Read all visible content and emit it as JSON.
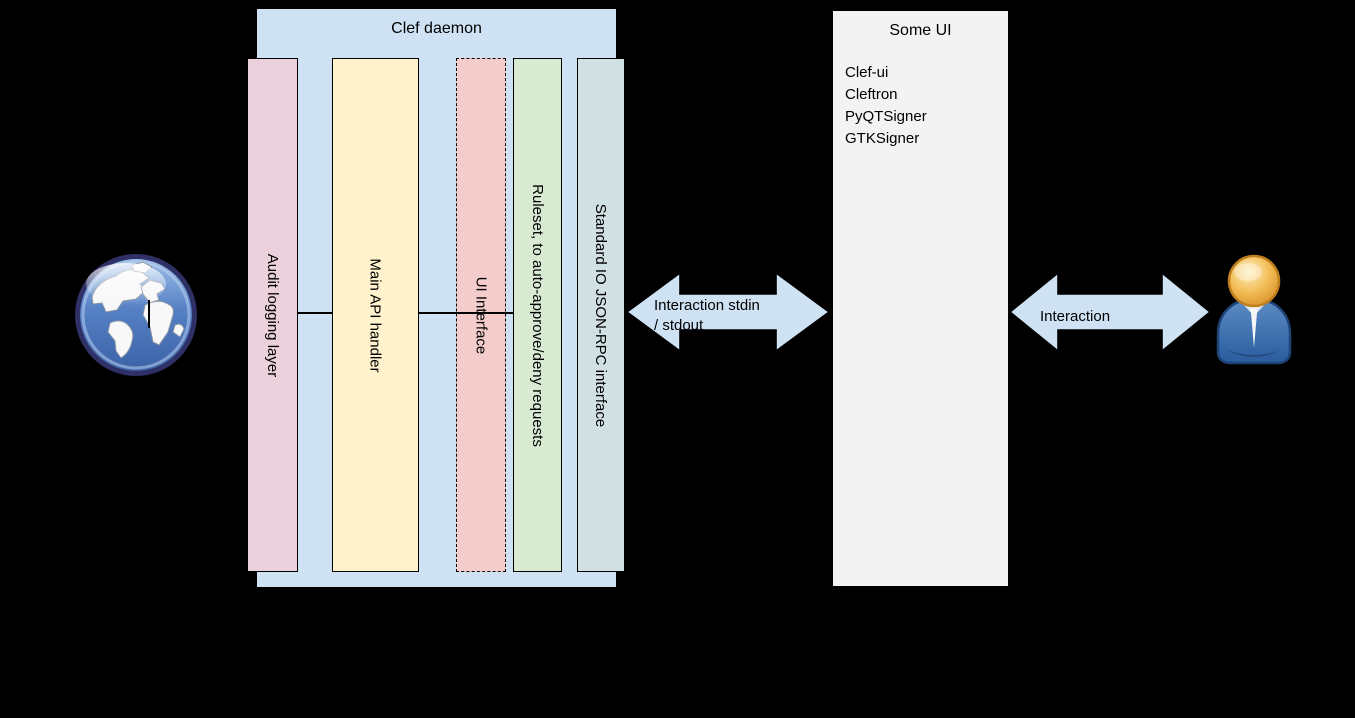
{
  "canvas": {
    "background": "#000000"
  },
  "clef_daemon": {
    "title": "Clef daemon",
    "fill": "#cfe2f3",
    "layers": [
      {
        "label": "Audit logging layer",
        "fill": "#ead1dc",
        "border": "solid"
      },
      {
        "label": "Main API handler",
        "fill": "#fff2cc",
        "border": "solid"
      },
      {
        "label": "UI Interface",
        "fill": "#f4cccc",
        "border": "dashed"
      },
      {
        "label": "Ruleset, to auto-approve/deny requests",
        "fill": "#d9ead3",
        "border": "solid"
      },
      {
        "label": "Standard IO JSON-RPC interface",
        "fill": "#d0e0e3",
        "border": "solid"
      }
    ]
  },
  "left_arrow": {
    "label_line1": "Interaction stdin",
    "label_line2": "/ stdout",
    "fill": "#cfe2f3"
  },
  "some_ui": {
    "title": "Some UI",
    "fill": "#f3f3f3",
    "items": [
      "Clef-ui",
      "Cleftron",
      "PyQTSigner",
      "GTKSigner"
    ]
  },
  "right_arrow": {
    "label": "Interaction",
    "fill": "#cfe2f3"
  },
  "icons": {
    "globe": "internet-globe-icon",
    "user": "end-user-icon"
  }
}
